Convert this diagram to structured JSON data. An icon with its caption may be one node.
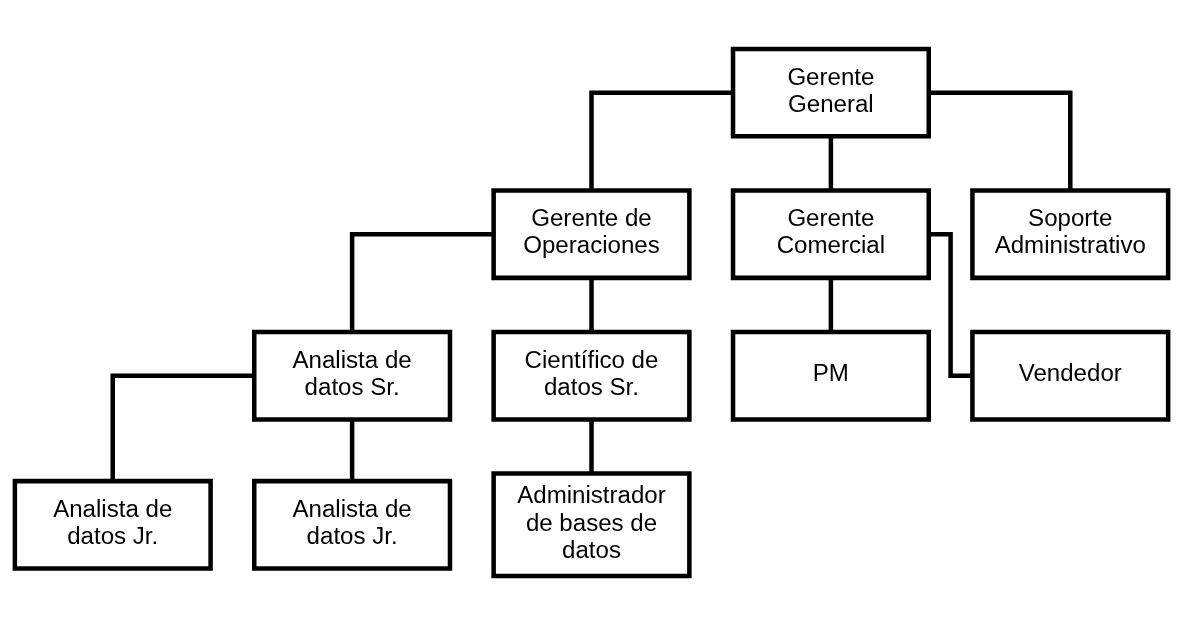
{
  "diagram": {
    "nodes": [
      {
        "text": [
          "Gerente General"
        ]
      },
      {
        "text": [
          "Gerente de Operaciones"
        ]
      },
      {
        "text": [
          "Gerente Comercial"
        ]
      },
      {
        "text": [
          "Soporte Administrativo"
        ]
      },
      {
        "text": [
          "Analista de datos Sr."
        ]
      },
      {
        "text": [
          "Científico de datos Sr."
        ]
      },
      {
        "text": [
          "Analista de datos Jr."
        ]
      },
      {
        "text": [
          "Analista de datos Jr."
        ]
      },
      {
        "text": [
          "Administrador de bases de datos"
        ]
      },
      {
        "text": [
          "PM"
        ]
      },
      {
        "text": [
          "Vendedor"
        ]
      }
    ],
    "edges": [
      {
        "from": 0,
        "to": 1,
        "arrow": "none"
      },
      {
        "from": 0,
        "to": 2,
        "arrow": "none"
      },
      {
        "from": 0,
        "to": 3,
        "arrow": "none"
      },
      {
        "from": 1,
        "to": 4,
        "arrow": "none"
      },
      {
        "from": 1,
        "to": 5,
        "arrow": "none"
      },
      {
        "from": 4,
        "to": 6,
        "arrow": "none"
      },
      {
        "from": 4,
        "to": 7,
        "arrow": "none"
      },
      {
        "from": 5,
        "to": 8,
        "arrow": "none"
      },
      {
        "from": 2,
        "to": 9,
        "arrow": "none"
      },
      {
        "from": 2,
        "to": 10,
        "arrow": "none"
      }
    ]
  }
}
